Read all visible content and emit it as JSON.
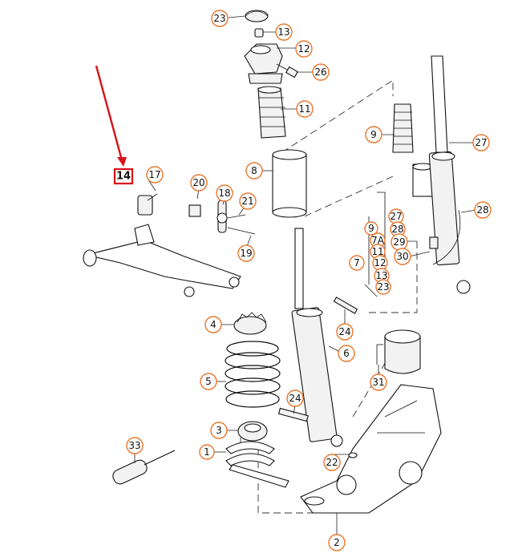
{
  "highlight": {
    "label": "14",
    "color": "#d8121a"
  },
  "callout_color": "#e8762b",
  "callouts": {
    "c23_top": "23",
    "c13_top": "13",
    "c12_top": "12",
    "c26": "26",
    "c11_top": "11",
    "c8": "8",
    "c9_top": "9",
    "c27_top": "27",
    "c28_right": "28",
    "c17": "17",
    "c20": "20",
    "c18": "18",
    "c21": "21",
    "c19": "19",
    "c9_mid": "9",
    "c27_mid": "27",
    "c28_mid": "28",
    "c7a": "7A",
    "c29": "29",
    "c11_mid": "11",
    "c7": "7",
    "c12_mid": "12",
    "c30": "30",
    "c13_mid": "13",
    "c23_mid": "23",
    "c24_top": "24",
    "c4": "4",
    "c6": "6",
    "c31": "31",
    "c5": "5",
    "c24_bot": "24",
    "c3": "3",
    "c33": "33",
    "c1": "1",
    "c22": "22",
    "c2": "2"
  }
}
